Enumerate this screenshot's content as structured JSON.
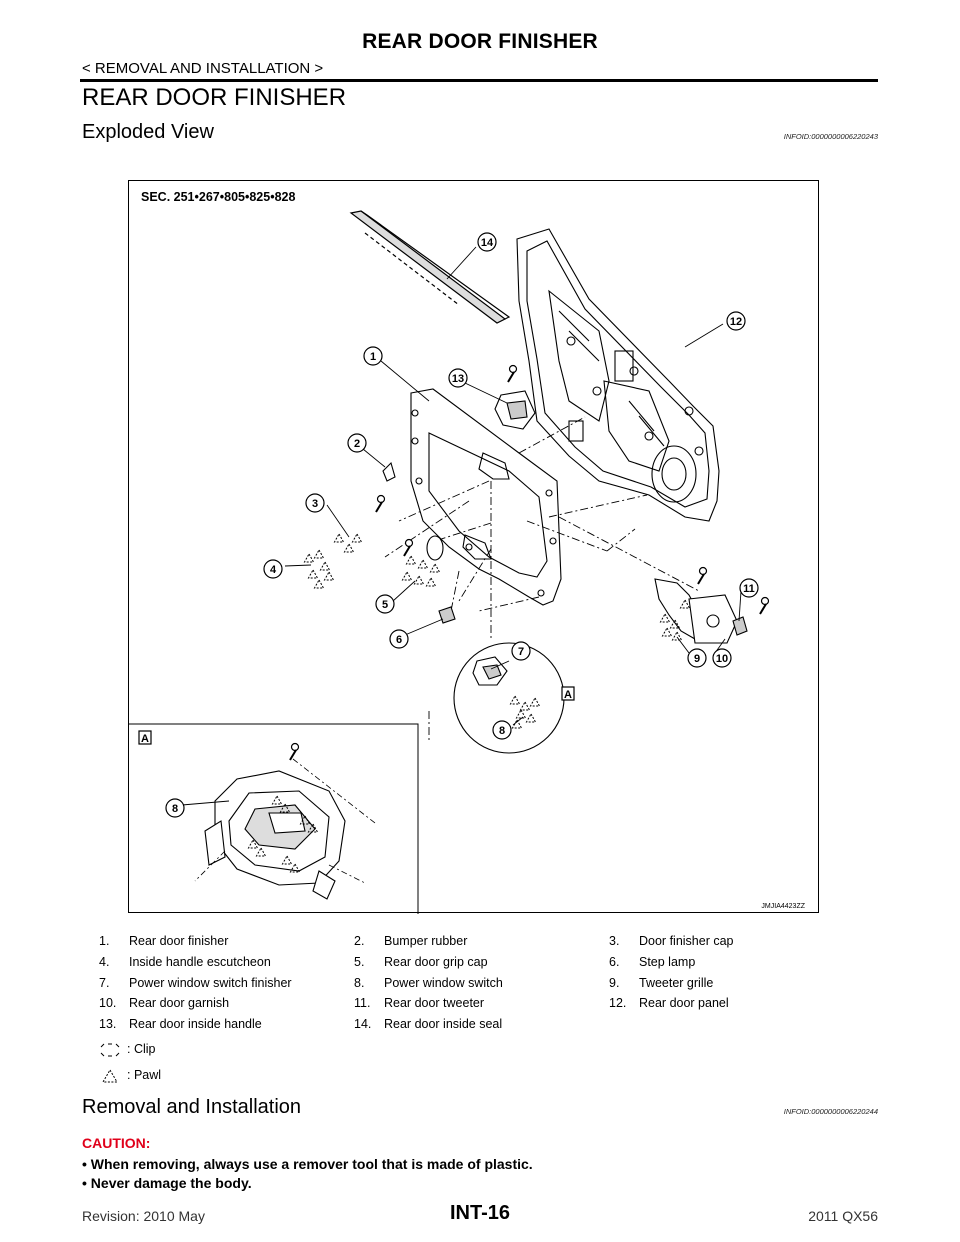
{
  "header": {
    "title": "REAR DOOR FINISHER",
    "breadcrumb": "< REMOVAL AND INSTALLATION >"
  },
  "section": {
    "title": "REAR DOOR FINISHER",
    "subtitle": "Exploded View",
    "info_id": "INFOID:0000000006220243"
  },
  "figure": {
    "sec_label": "SEC. 251•267•805•825•828",
    "image_code": "JMJIA4423ZZ",
    "view_label": "A",
    "callouts": [
      "14",
      "12",
      "1",
      "13",
      "2",
      "3",
      "4",
      "5",
      "6",
      "7",
      "8",
      "11",
      "9",
      "10",
      "8"
    ]
  },
  "legend": {
    "items": [
      {
        "num": "1.",
        "label": "Rear door finisher"
      },
      {
        "num": "2.",
        "label": "Bumper rubber"
      },
      {
        "num": "3.",
        "label": "Door finisher cap"
      },
      {
        "num": "4.",
        "label": "Inside handle escutcheon"
      },
      {
        "num": "5.",
        "label": "Rear door grip cap"
      },
      {
        "num": "6.",
        "label": "Step lamp"
      },
      {
        "num": "7.",
        "label": "Power window switch finisher"
      },
      {
        "num": "8.",
        "label": "Power window switch"
      },
      {
        "num": "9.",
        "label": "Tweeter grille"
      },
      {
        "num": "10.",
        "label": "Rear door garnish"
      },
      {
        "num": "11.",
        "label": "Rear door tweeter"
      },
      {
        "num": "12.",
        "label": "Rear door panel"
      },
      {
        "num": "13.",
        "label": "Rear door inside handle"
      },
      {
        "num": "14.",
        "label": "Rear door inside seal"
      }
    ],
    "symbols": [
      {
        "icon": "clip-icon",
        "label": ": Clip"
      },
      {
        "icon": "pawl-icon",
        "label": ": Pawl"
      }
    ]
  },
  "removal": {
    "title": "Removal and Installation",
    "info_id": "INFOID:0000000006220244",
    "caution": "CAUTION:",
    "bullets": [
      "• When removing, always use a remover tool that is made of plastic.",
      "• Never damage the body."
    ]
  },
  "footer": {
    "revision": "Revision: 2010 May",
    "page": "INT-16",
    "model": "2011 QX56"
  }
}
